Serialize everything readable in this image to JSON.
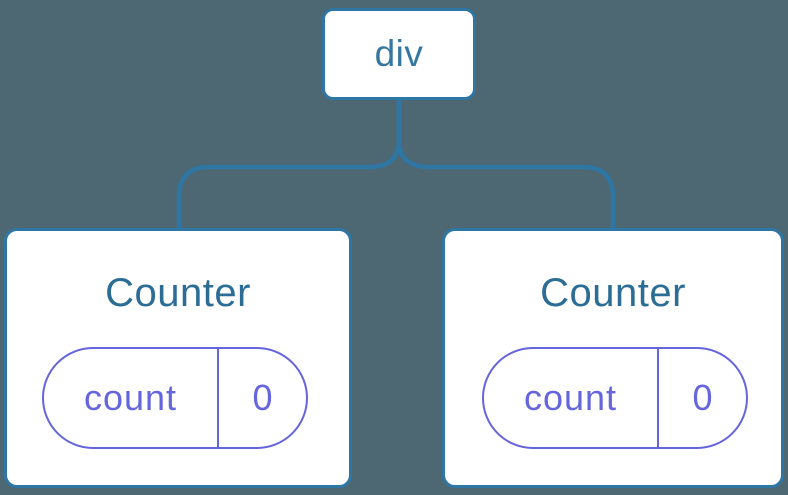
{
  "diagram": {
    "root": {
      "label": "div"
    },
    "children": [
      {
        "title": "Counter",
        "state": {
          "key": "count",
          "value": "0"
        }
      },
      {
        "title": "Counter",
        "state": {
          "key": "count",
          "value": "0"
        }
      }
    ]
  },
  "colors": {
    "background": "#4d6873",
    "node_border": "#2e76a4",
    "node_bg": "#ffffff",
    "root_label": "#35789f",
    "component_title": "#2b6d95",
    "state_pill": "#6565dd"
  }
}
